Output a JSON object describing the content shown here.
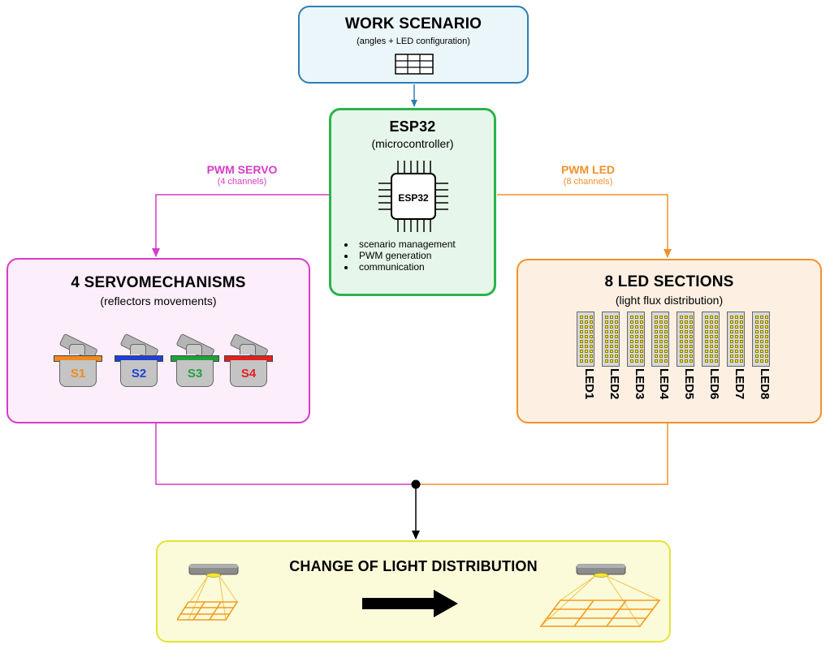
{
  "work_scenario": {
    "title": "WORK SCENARIO",
    "subtitle": "(angles + LED configuration)"
  },
  "esp32": {
    "title": "ESP32",
    "subtitle": "(microcontroller)",
    "chip_label": "ESP32",
    "bullets": [
      "scenario management",
      "PWM generation",
      "communication"
    ]
  },
  "pwm_servo": {
    "title": "PWM SERVO",
    "subtitle": "(4 channels)"
  },
  "pwm_led": {
    "title": "PWM LED",
    "subtitle": "(8 channels)"
  },
  "servos": {
    "title": "4 SERVOMECHANISMS",
    "subtitle": "(reflectors movements)",
    "items": [
      {
        "label": "S1",
        "color": "#f08a1c"
      },
      {
        "label": "S2",
        "color": "#1f3fd6"
      },
      {
        "label": "S3",
        "color": "#1fa23a"
      },
      {
        "label": "S4",
        "color": "#e3201f"
      }
    ]
  },
  "leds": {
    "title": "8 LED SECTIONS",
    "subtitle": "(light flux distribution)",
    "items": [
      "LED1",
      "LED2",
      "LED3",
      "LED4",
      "LED5",
      "LED6",
      "LED7",
      "LED8"
    ]
  },
  "light": {
    "title": "CHANGE OF LIGHT DISTRIBUTION"
  },
  "colors": {
    "blue": "#2f7fb0",
    "green": "#2db34a",
    "magenta": "#d63cc9",
    "orange": "#f0922b",
    "yellow": "#e3e336",
    "light_orange": "#f39a1f"
  }
}
